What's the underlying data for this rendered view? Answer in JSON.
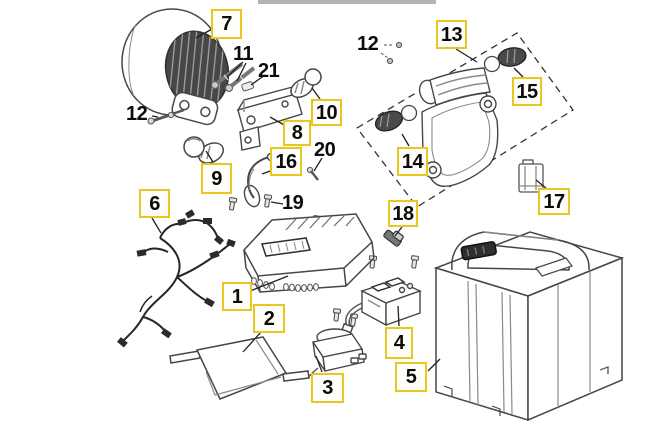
{
  "page": {
    "background": "#ffffff",
    "artifact_bar_color": "#b3b3b3"
  },
  "diagram": {
    "type": "exploded-parts-diagram",
    "accent_color": "#e8c71f",
    "line_color": "#474747",
    "labels": [
      {
        "text": "7",
        "boxed": true
      },
      {
        "text": "11",
        "boxed": false
      },
      {
        "text": "21",
        "boxed": false
      },
      {
        "text": "12",
        "boxed": false
      },
      {
        "text": "9",
        "boxed": true
      },
      {
        "text": "10",
        "boxed": true
      },
      {
        "text": "8",
        "boxed": true
      },
      {
        "text": "16",
        "boxed": true
      },
      {
        "text": "20",
        "boxed": false
      },
      {
        "text": "19",
        "boxed": false
      },
      {
        "text": "6",
        "boxed": true
      },
      {
        "text": "12",
        "boxed": false
      },
      {
        "text": "13",
        "boxed": true
      },
      {
        "text": "15",
        "boxed": true
      },
      {
        "text": "14",
        "boxed": true
      },
      {
        "text": "18",
        "boxed": true
      },
      {
        "text": "17",
        "boxed": true
      },
      {
        "text": "1",
        "boxed": true
      },
      {
        "text": "2",
        "boxed": true
      },
      {
        "text": "3",
        "boxed": true
      },
      {
        "text": "4",
        "boxed": true
      },
      {
        "text": "5",
        "boxed": true
      }
    ]
  }
}
